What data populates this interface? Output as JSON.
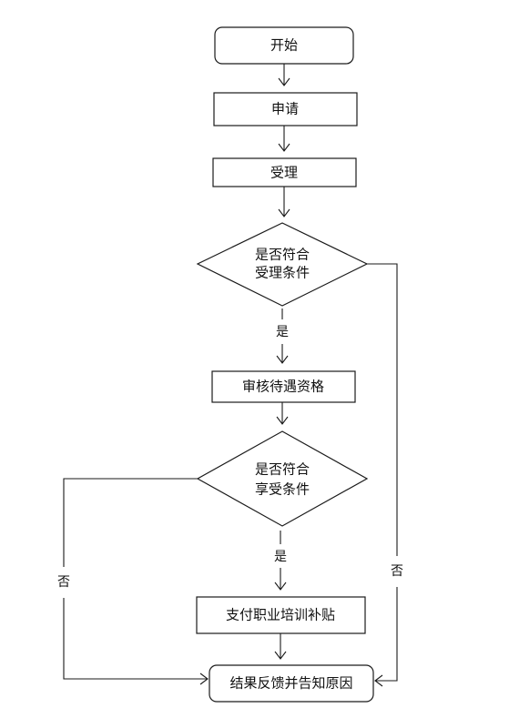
{
  "nodes": {
    "start": "开始",
    "apply": "申请",
    "accept": "受理",
    "check_accept_line1": "是否符合",
    "check_accept_line2": "受理条件",
    "review": "审核待遇资格",
    "check_enjoy_line1": "是否符合",
    "check_enjoy_line2": "享受条件",
    "pay": "支付职业培训补贴",
    "result": "结果反馈并告知原因"
  },
  "edge_labels": {
    "accept_yes": "是",
    "accept_no": "否",
    "enjoy_yes": "是",
    "enjoy_no": "否"
  }
}
